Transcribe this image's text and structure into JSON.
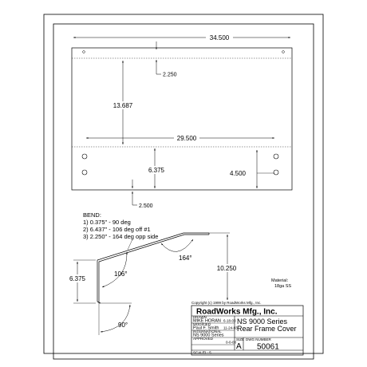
{
  "dimensions": {
    "overall_width": "34.500",
    "top_offset": "2.250",
    "vertical_height": "13.687",
    "bend_width": "29.500",
    "left_offset": "6.375",
    "right_offset": "4.500",
    "bottom_offset": "2.500"
  },
  "bend_notes": {
    "title": "BEND:",
    "lines": [
      "1) 0.375\" - 90 deg",
      "2) 6.437\" - 106 deg off #1",
      "3) 2.250\" - 164 deg opp side"
    ]
  },
  "profile": {
    "angle_top": "164°",
    "angle_mid": "106°",
    "angle_bottom": "90°",
    "height_left": "6.375",
    "height_right": "10.250"
  },
  "material": {
    "label": "Material:",
    "value": "18ga SS"
  },
  "title_block": {
    "copyright": "Copyright (c) 1999 by RoadWorks Mfg., Inc.",
    "company": "RoadWorks Mfg., Inc.",
    "drawn_label": "DRAWN",
    "drawn_by": "MIKE HORAN",
    "drawn_date": "6-18-03",
    "modified_label": "MODIFIED",
    "modified_by": "Paul F. Smith",
    "modified_date": "11-24-03",
    "international_label": "INTERNATIONAL",
    "international_value": "NS 9000 Series",
    "approved_label": "APPROVED",
    "approved_date": "0-0-00",
    "title_line1": "NS 9000 Series",
    "title_line2": "Rear Frame Cover",
    "size_label": "SIZE",
    "size_value": "A",
    "dwg_label": "DWG NUMBER",
    "dwg_number": "50061",
    "scale_label": "SCALE",
    "scale_value": "1 : 5"
  }
}
